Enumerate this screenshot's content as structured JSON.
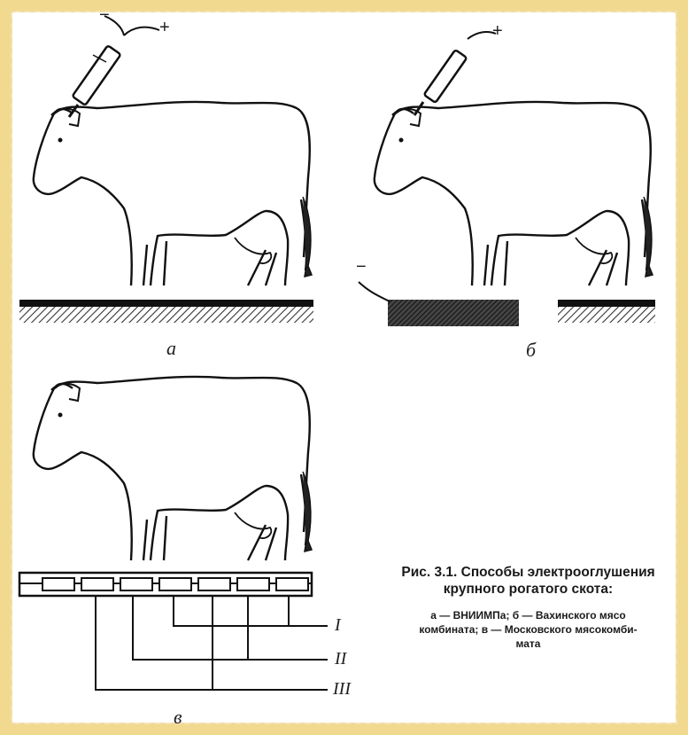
{
  "figure": {
    "panels": [
      {
        "label": "а"
      },
      {
        "label": "б"
      },
      {
        "label": "в"
      }
    ],
    "polarity": {
      "minus": "−",
      "plus": "+"
    },
    "circuits": [
      "I",
      "II",
      "III"
    ],
    "caption": {
      "title_line1": "Рис. 3.1. Способы электрооглушения",
      "title_line2": "крупного рогатого скота:",
      "legend_line1": "а — ВНИИМПа; б — Вахинского мясо",
      "legend_line2": "комбината; в — Московского мясокомби-",
      "legend_line3": "мата"
    }
  }
}
